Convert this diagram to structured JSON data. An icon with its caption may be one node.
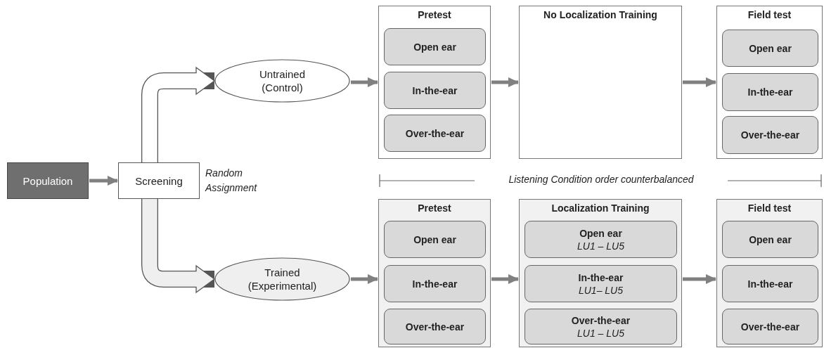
{
  "diagram": {
    "nodes": [
      {
        "text": [
          "Population"
        ]
      },
      {
        "text": [
          "Screening"
        ],
        "beside": [
          "Random Assignment"
        ]
      },
      {
        "text": [
          "Untrained (Control)"
        ]
      },
      {
        "text": [
          "Trained (Experimental)"
        ]
      },
      {
        "text": [
          "Pretest"
        ]
      },
      {
        "text": [
          "Open ear"
        ],
        "in": 4
      },
      {
        "text": [
          "In-the-ear"
        ],
        "in": 4
      },
      {
        "text": [
          "Over-the-ear"
        ],
        "in": 4
      },
      {
        "text": [
          "No Localization Training"
        ]
      },
      {
        "text": [
          "Field test"
        ]
      },
      {
        "text": [
          "Open ear"
        ],
        "in": 9
      },
      {
        "text": [
          "In-the-ear"
        ],
        "in": 9
      },
      {
        "text": [
          "Over-the-ear"
        ],
        "in": 9
      },
      {
        "text": [
          "Pretest"
        ]
      },
      {
        "text": [
          "Open ear"
        ],
        "in": 13
      },
      {
        "text": [
          "In-the-ear"
        ],
        "in": 13
      },
      {
        "text": [
          "Over-the-ear"
        ],
        "in": 13
      },
      {
        "text": [
          "Localization Training"
        ]
      },
      {
        "text": [
          "Open ear",
          "LU1 – LU5"
        ],
        "in": 17
      },
      {
        "text": [
          "In-the-ear",
          "LU1– LU5"
        ],
        "in": 17
      },
      {
        "text": [
          "Over-the-ear",
          "LU1 – LU5"
        ],
        "in": 17
      },
      {
        "text": [
          "Field test"
        ]
      },
      {
        "text": [
          "Open ear"
        ],
        "in": 21
      },
      {
        "text": [
          "In-the-ear"
        ],
        "in": 21
      },
      {
        "text": [
          "Over-the-ear"
        ],
        "in": 21
      }
    ],
    "edges": [
      {
        "from": 0,
        "to": 1,
        "arrow": "to"
      },
      {
        "from": 1,
        "to": 2,
        "arrow": "to",
        "style": "thick"
      },
      {
        "from": 1,
        "to": 3,
        "arrow": "to",
        "style": "thick"
      },
      {
        "from": 2,
        "to": 4,
        "arrow": "to"
      },
      {
        "from": 4,
        "to": 8,
        "arrow": "to"
      },
      {
        "from": 8,
        "to": 9,
        "arrow": "to"
      },
      {
        "from": 3,
        "to": 13,
        "arrow": "to"
      },
      {
        "from": 13,
        "to": 17,
        "arrow": "to"
      },
      {
        "from": 17,
        "to": 21,
        "arrow": "to"
      }
    ],
    "labels": [
      "Listening Condition order counterbalanced"
    ]
  }
}
